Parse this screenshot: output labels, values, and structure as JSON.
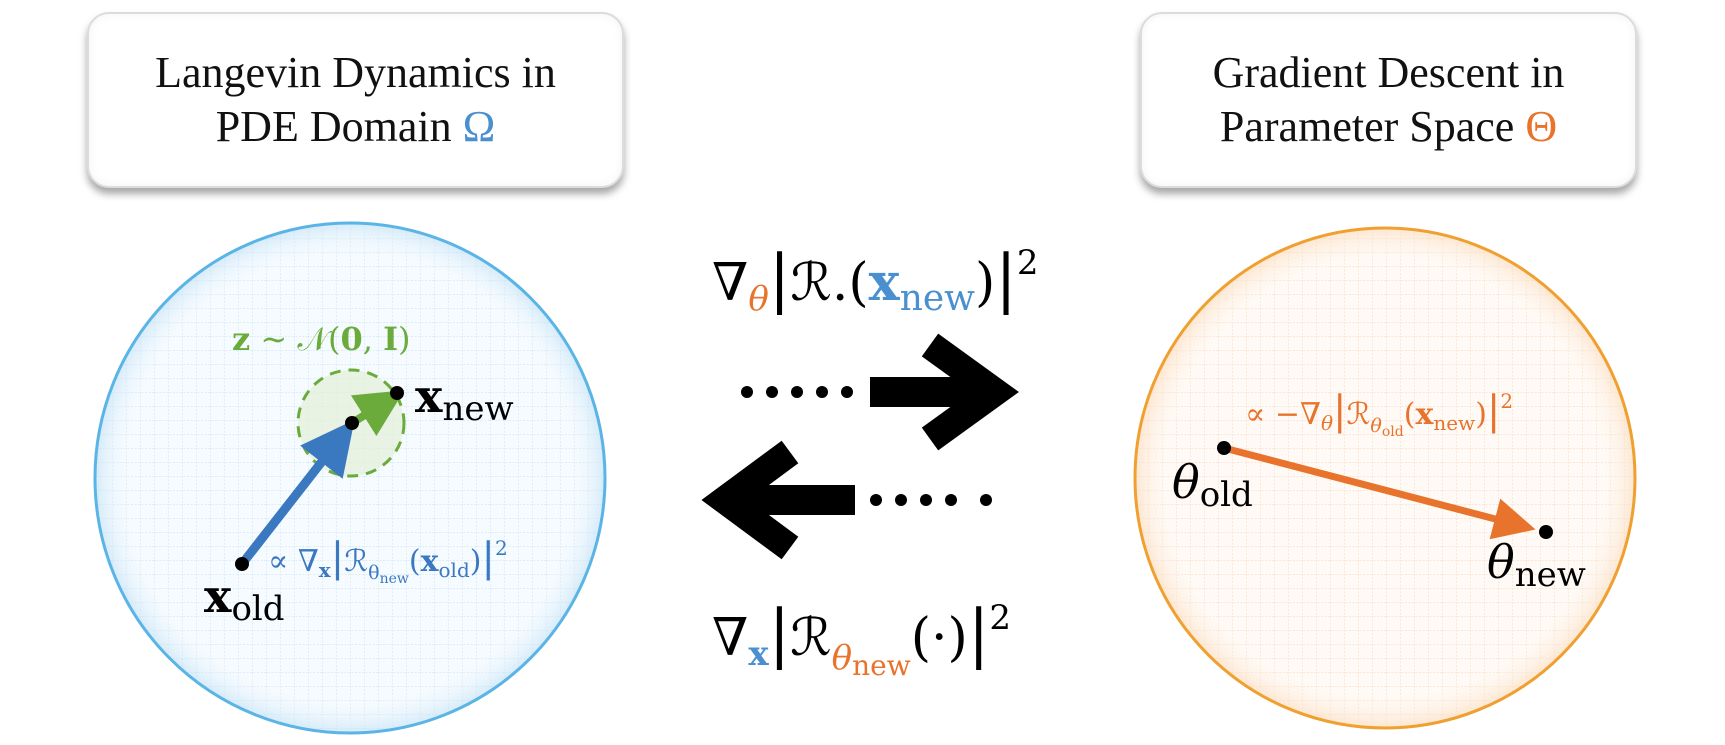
{
  "left_panel": {
    "title_line1": "Langevin Dynamics in",
    "title_line2_text": "PDE Domain",
    "title_symbol": "Ω",
    "noise_label": "z ∼ 𝒩(0, I)",
    "x_new_base": "x",
    "x_new_sub": "new",
    "x_old_base": "x",
    "x_old_sub": "old",
    "update_label": "∝ ∇ₓ|ℛθnew(xold)|²"
  },
  "right_panel": {
    "title_line1": "Gradient Descent in",
    "title_line2_text": "Parameter Space",
    "title_symbol": "Θ",
    "theta_old_base": "θ",
    "theta_old_sub": "old",
    "theta_new_base": "θ",
    "theta_new_sub": "new",
    "update_label": "∝ −∇θ|ℛθold(xnew)|²"
  },
  "middle": {
    "top_formula": "∇θ|ℛ.(xnew)|²",
    "bottom_formula": "∇ₓ|ℛθnew(·)|²"
  },
  "colors": {
    "blue": "#3a78c0",
    "orange": "#e8732c",
    "green": "#6aab3c",
    "black": "#000000"
  }
}
